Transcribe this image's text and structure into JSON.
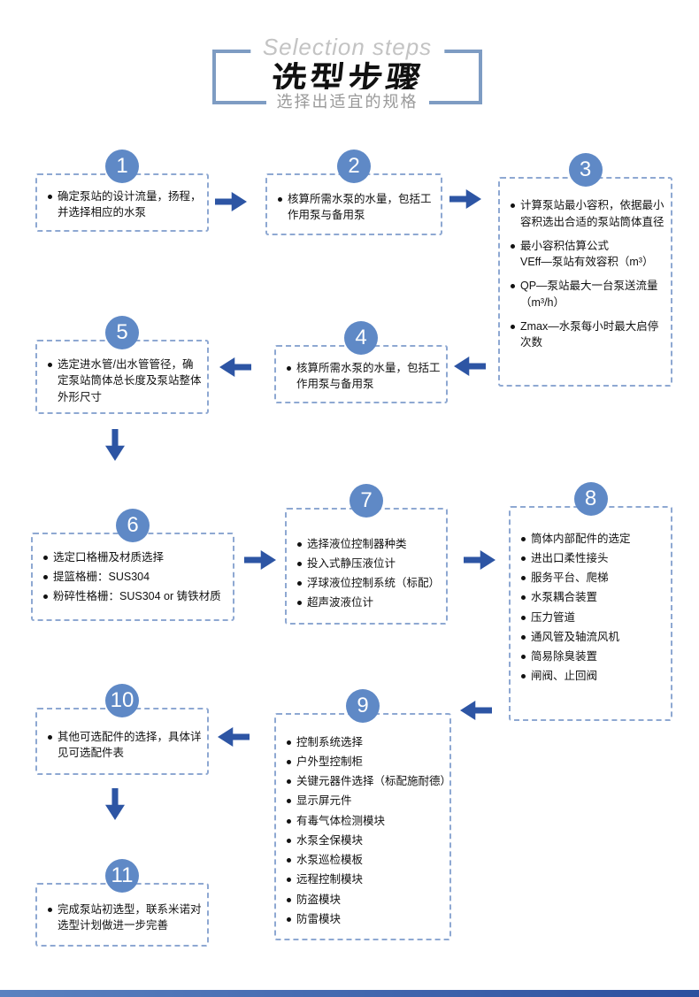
{
  "header": {
    "english_title": "Selection steps",
    "title": "选型步骤",
    "subtitle": "选择出适宜的规格"
  },
  "colors": {
    "circle_blue": "#5f89c6",
    "arrow_blue": "#2d55a4",
    "dashed_border": "#8ea8d2",
    "frame_border": "#7e9cc3"
  },
  "steps": [
    {
      "number": "1",
      "items": [
        "确定泵站的设计流量，扬程，并选择相应的水泵"
      ]
    },
    {
      "number": "2",
      "items": [
        "核算所需水泵的水量，包括工作用泵与备用泵"
      ]
    },
    {
      "number": "3",
      "items": [
        "计算泵站最小容积，依据最小容积选出合适的泵站筒体直径",
        "最小容积估算公式\nVEff—泵站有效容积（m³）",
        "QP—泵站最大一台泵送流量（m³/h）",
        "Zmax—水泵每小时最大启停次数"
      ]
    },
    {
      "number": "4",
      "items": [
        "核算所需水泵的水量，包括工作用泵与备用泵"
      ]
    },
    {
      "number": "5",
      "items": [
        "选定进水管/出水管管径，确定泵站筒体总长度及泵站整体外形尺寸"
      ]
    },
    {
      "number": "6",
      "items": [
        "选定口格栅及材质选择",
        "提篮格栅：SUS304",
        "粉碎性格栅：SUS304 or 铸铁材质"
      ]
    },
    {
      "number": "7",
      "items": [
        "选择液位控制器种类",
        "投入式静压液位计",
        "浮球液位控制系统（标配）",
        "超声波液位计"
      ]
    },
    {
      "number": "8",
      "items": [
        "筒体内部配件的选定",
        "进出口柔性接头",
        "服务平台、爬梯",
        "水泵耦合装置",
        "压力管道",
        "通风管及轴流风机",
        "简易除臭装置",
        "闸阀、止回阀"
      ]
    },
    {
      "number": "9",
      "items": [
        "控制系统选择",
        "户外型控制柜",
        "关键元器件选择（标配施耐德）",
        "显示屏元件",
        "有毒气体检测模块",
        "水泵全保模块",
        "水泵巡检模板",
        "远程控制模块",
        "防盗模块",
        "防雷模块"
      ]
    },
    {
      "number": "10",
      "items": [
        "其他可选配件的选择，具体详见可选配件表"
      ]
    },
    {
      "number": "11",
      "items": [
        "完成泵站初选型，联系米诺对选型计划做进一步完善"
      ]
    }
  ]
}
